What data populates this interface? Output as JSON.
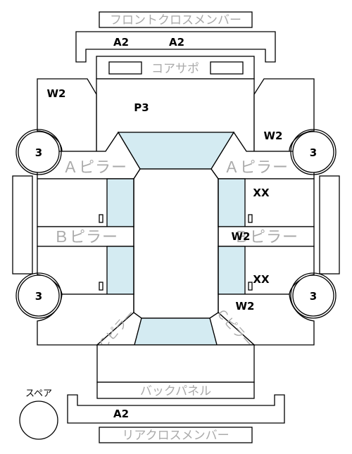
{
  "labels": {
    "front_cross_member": "フロントクロスメンバー",
    "core_support": "コアサポ",
    "a_pillar_left": "Ａピラー",
    "a_pillar_right": "Ａピラー",
    "b_pillar_left": "Ｂピラー",
    "b_pillar_right": "Ｂピラー",
    "c_pillar_left": "Ｃピラー",
    "c_pillar_right": "Ｃピラー",
    "back_panel": "バックパネル",
    "rear_cross_member": "リアクロスメンバー",
    "spare": "スペア"
  },
  "codes": {
    "front_cross_left": "A2",
    "front_cross_right": "A2",
    "front_left_fender": "W2",
    "hood": "P3",
    "front_right_fender": "W2",
    "right_front_door": "XX",
    "right_b_pillar": "W2",
    "right_rear_door": "XX",
    "right_rear_fender": "W2",
    "rear_cross": "A2"
  },
  "wheels": {
    "front_left": "3",
    "front_right": "3",
    "rear_left": "3",
    "rear_right": "3"
  },
  "colors": {
    "glass": "#d4ebf2",
    "line": "#000000",
    "label_gray": "#aaaaaa"
  }
}
